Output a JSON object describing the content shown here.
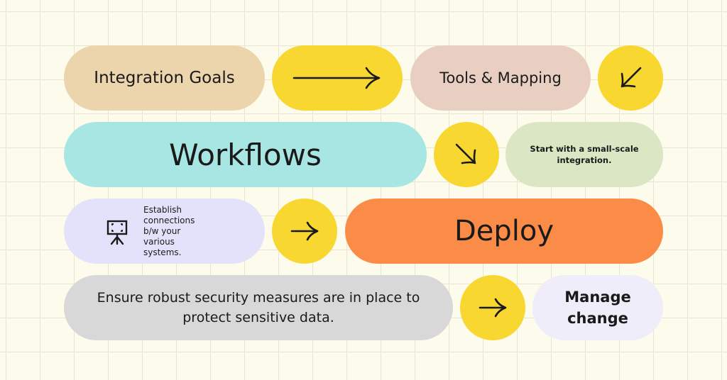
{
  "steps": {
    "integration_goals": "Integration Goals",
    "tools_mapping": "Tools & Mapping",
    "workflows": "Workflows",
    "small_scale": "Start with a small-scale integration.",
    "establish": "Establish connections b/w your various systems.",
    "deploy": "Deploy",
    "security": "Ensure robust security measures are in place to protect sensitive data.",
    "manage_change": "Manage change"
  },
  "colors": {
    "background": "#fdfbec",
    "grid": "#e9e5d4",
    "yellow": "#f7d730",
    "tan": "#ecd5ac",
    "pink_beige": "#e9cfc2",
    "cyan": "#a8e6e3",
    "sage": "#dbe7c4",
    "lavender": "#e4e2fb",
    "orange": "#fb8c48",
    "grey": "#d8d8d8",
    "pale_lavender": "#eeedf9"
  },
  "icons": [
    "arrow-right-long-icon",
    "arrow-down-left-icon",
    "arrow-down-right-icon",
    "presentation-board-icon",
    "arrow-right-icon"
  ]
}
